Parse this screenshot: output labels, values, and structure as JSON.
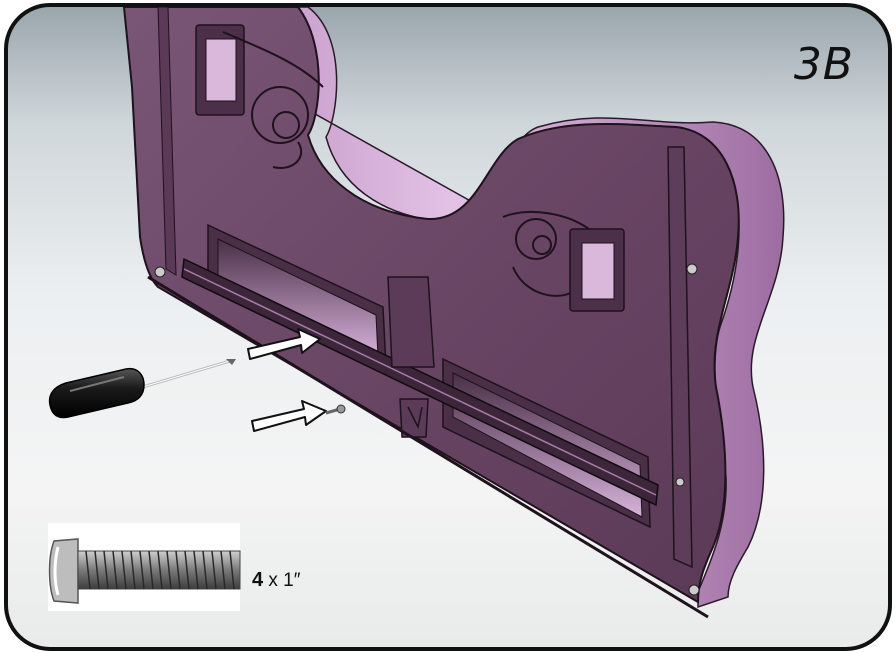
{
  "step": {
    "label": "3B"
  },
  "hardware": {
    "quantity": "4",
    "size": "x 1″"
  },
  "icons": [
    "screwdriver-icon",
    "screw-icon",
    "arrow-icon"
  ],
  "colors": {
    "panel": "#6e4a6a",
    "panel_edge": "#c89ad0",
    "frame": "#111111"
  }
}
